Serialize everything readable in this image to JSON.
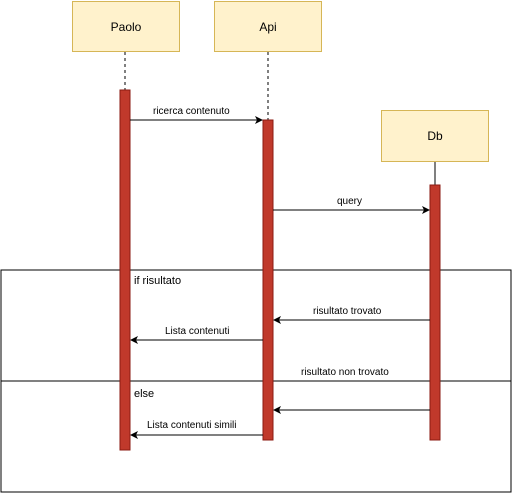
{
  "participants": {
    "paolo": "Paolo",
    "api": "Api",
    "db": "Db"
  },
  "messages": {
    "ricerca": "ricerca contenuto",
    "query": "query",
    "trovato": "risultato trovato",
    "lista": "Lista contenuti",
    "non_trovato": "risultato non trovato",
    "simili": "Lista contenuti simili"
  },
  "frame": {
    "if_label": "if risultato",
    "else_label": "else"
  },
  "colors": {
    "participant_fill": "#fff2cc",
    "participant_border": "#d6b656",
    "activation_fill": "#c0392b",
    "activation_border": "#8b1a10"
  }
}
